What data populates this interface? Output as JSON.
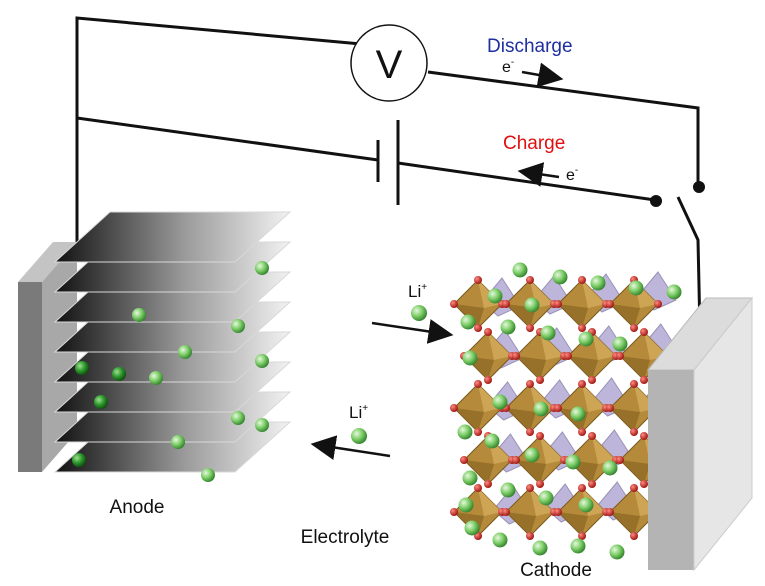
{
  "labels": {
    "voltmeter": "V",
    "discharge": "Discharge",
    "charge": "Charge",
    "electron_discharge": "e",
    "electron_charge": "e",
    "electron_sign": "-",
    "li_in": "Li",
    "li_out": "Li",
    "li_sign": "+",
    "anode": "Anode",
    "cathode": "Cathode",
    "electrolyte": "Electrolyte"
  },
  "colors": {
    "discharge": "#1f2f9f",
    "charge": "#e01010",
    "wire": "#111111",
    "lithium": "#6fbf5a",
    "lithium_dark": "#2e8a2e",
    "octahedron": "#b58a3a",
    "tetrahedron": "#b7aed6",
    "oxygen": "#c8201a",
    "plate": "#cfcfcf"
  }
}
